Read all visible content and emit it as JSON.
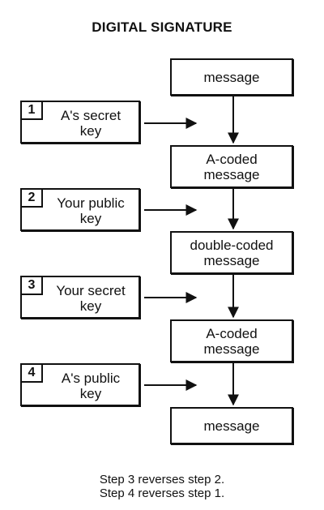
{
  "title": "DIGITAL SIGNATURE",
  "messages": [
    "message",
    "A-coded\nmessage",
    "double-coded\nmessage",
    "A-coded\nmessage",
    "message"
  ],
  "steps": [
    {
      "number": "1",
      "label": "A's secret\nkey"
    },
    {
      "number": "2",
      "label": "Your public\nkey"
    },
    {
      "number": "3",
      "label": "Your secret\nkey"
    },
    {
      "number": "4",
      "label": "A's public\nkey"
    }
  ],
  "notes": [
    "Step 3 reverses step 2.",
    "Step 4 reverses step 1."
  ]
}
